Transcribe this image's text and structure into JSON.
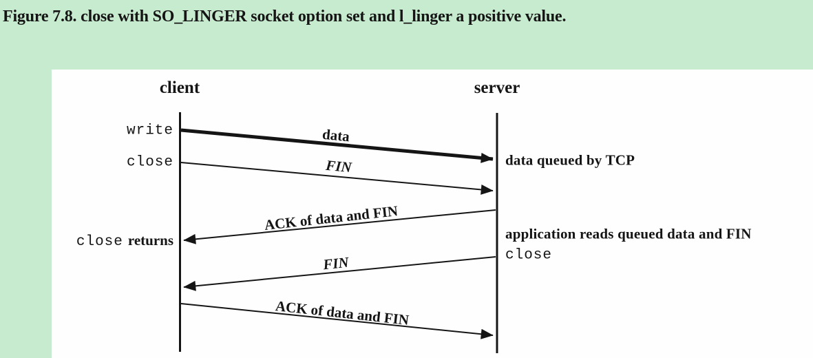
{
  "title": "Figure 7.8. close with SO_LINGER socket option set and l_linger a positive value.",
  "colors": {
    "background": "#c7ebce",
    "panel": "#fefefe",
    "ink": "#151515"
  },
  "timelines": {
    "client": "client",
    "server": "server"
  },
  "client_events": {
    "write": "write",
    "close": "close",
    "close_returns_fn": "close",
    "close_returns_rest": "returns"
  },
  "server_annotations": {
    "data_queued": "data queued by TCP",
    "app_reads": "application reads queued data and FIN",
    "close": "close"
  },
  "segments": {
    "data": "data",
    "fin_client_to_server": "FIN",
    "ack_server_to_client": "ACK of data and FIN",
    "fin_server_to_client": "FIN",
    "ack_client_to_server": "ACK of data and FIN"
  }
}
